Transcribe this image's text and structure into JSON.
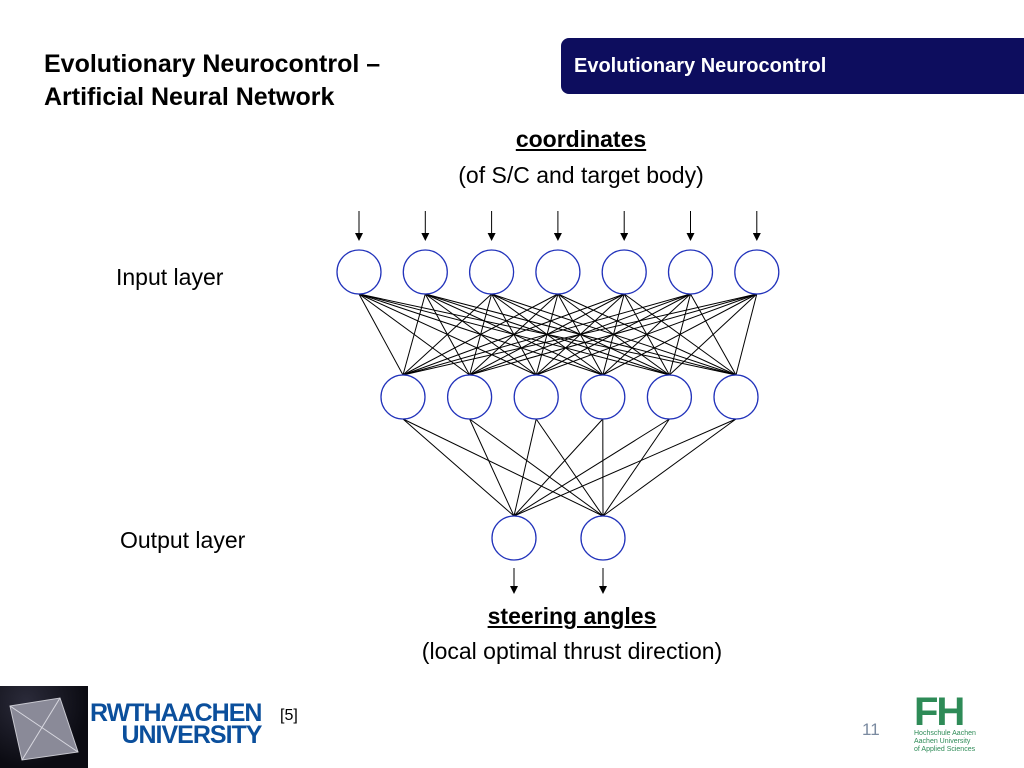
{
  "slide": {
    "title_line1": "Evolutionary Neurocontrol –",
    "title_line2": "Artificial Neural Network",
    "banner": "Evolutionary Neurocontrol"
  },
  "diagram": {
    "input_heading": "coordinates",
    "input_subheading": "(of S/C and target body)",
    "input_layer_label": "Input layer",
    "output_layer_label": "Output layer",
    "output_heading": "steering angles",
    "output_subheading": "(local optimal thrust direction)",
    "colors": {
      "node": "#2233bb",
      "edge": "#000000"
    },
    "input_nodes": 7,
    "hidden_nodes": 6,
    "output_nodes": 2
  },
  "footer": {
    "logo_line1": "RWTHAACHEN",
    "logo_line2": "UNIVERSITY",
    "reference": "[5]",
    "page_number": "11",
    "fh_mark": "FH",
    "fh_line1": "Hochschule Aachen",
    "fh_line2": "Aachen University",
    "fh_line3": "of Applied Sciences",
    "fh_color": "#2e8b57"
  }
}
